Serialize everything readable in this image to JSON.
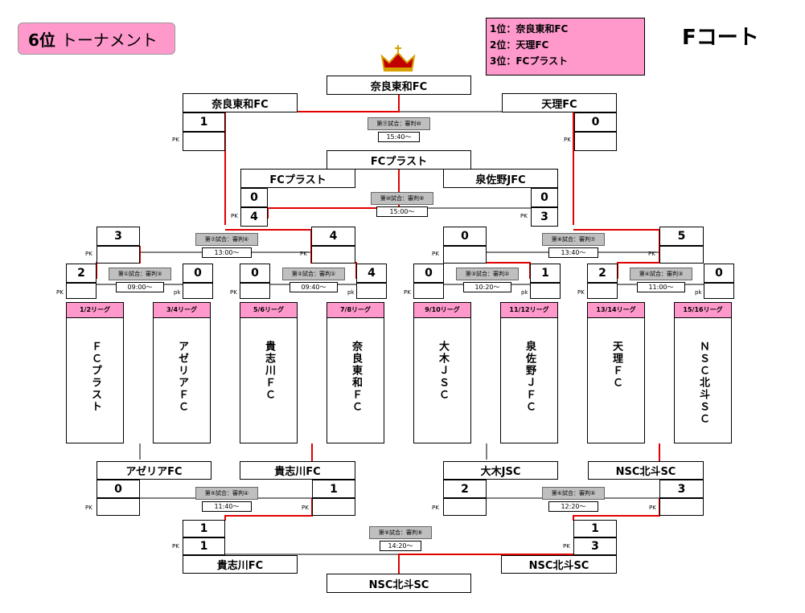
{
  "title": {
    "rank": "6位",
    "label": "トーナメント"
  },
  "court": "Fコート",
  "ranking": [
    "1位：奈良東和FC",
    "2位：天理FC",
    "3位：FCプラスト"
  ],
  "champion": "奈良東和FC",
  "third_place": "FCプラスト",
  "final": {
    "left": {
      "name": "奈良東和FC",
      "score": "1"
    },
    "right": {
      "name": "天理FC",
      "score": "0"
    },
    "match": "第⑪試合：審判⑩",
    "time": "15:40～"
  },
  "third_match": {
    "left": {
      "name": "FCプラスト",
      "score": "0",
      "pk": "4"
    },
    "right": {
      "name": "泉佐野JFC",
      "score": "0",
      "pk": "3"
    },
    "match": "第⑩試合：審判⑨",
    "time": "15:00～"
  },
  "semis": [
    {
      "left": "3",
      "right": "4",
      "match": "第⑦試合：審判⑥",
      "time": "13:00～"
    },
    {
      "left": "0",
      "right": "5",
      "match": "第⑧試合：審判⑦",
      "time": "13:40～"
    }
  ],
  "quarters": [
    {
      "left": "2",
      "right": "0",
      "match": "第①試合：審判③",
      "time": "09:00～"
    },
    {
      "left": "0",
      "right": "4",
      "match": "第②試合：審判①",
      "time": "09:40～"
    },
    {
      "left": "0",
      "right": "1",
      "match": "第③試合：審判②",
      "time": "10:20～"
    },
    {
      "left": "2",
      "right": "0",
      "match": "第④試合：審判③",
      "time": "11:00～"
    }
  ],
  "teams": [
    {
      "league": "1/2リーグ",
      "name": "ＦＣプラスト"
    },
    {
      "league": "3/4リーグ",
      "name": "アゼリアＦＣ"
    },
    {
      "league": "5/6リーグ",
      "name": "貴志川ＦＣ"
    },
    {
      "league": "7/8リーグ",
      "name": "奈良東和ＦＣ"
    },
    {
      "league": "9/10リーグ",
      "name": "大木ＪＳＣ"
    },
    {
      "league": "11/12リーグ",
      "name": "泉佐野ＪＦＣ"
    },
    {
      "league": "13/14リーグ",
      "name": "天理ＦＣ"
    },
    {
      "league": "15/16リーグ",
      "name": "ＮＳＣ北斗ＳＣ"
    }
  ],
  "lower": {
    "match5": {
      "left": {
        "name": "アゼリアFC",
        "score": "0"
      },
      "right": {
        "name": "貴志川FC",
        "score": "1"
      },
      "match": "第⑤試合：審判④",
      "time": "11:40～"
    },
    "match6": {
      "left": {
        "name": "大木JSC",
        "score": "2"
      },
      "right": {
        "name": "NSC北斗SC",
        "score": "3"
      },
      "match": "第⑥試合：審判⑤",
      "time": "12:20～"
    },
    "match9": {
      "left": {
        "name": "貴志川FC",
        "score": "1",
        "pk": "1"
      },
      "right": {
        "name": "NSC北斗SC",
        "score": "1",
        "pk": "3"
      },
      "match": "第⑨試合：審判⑧",
      "time": "14:20～"
    },
    "winner": "NSC北斗SC"
  },
  "pk_labels": {
    "upper": "PK",
    "lower": "pk"
  },
  "colors": {
    "accent": "#ff99cc",
    "winner_line": "#e00000",
    "crown": "#d8a000"
  },
  "icons": {
    "crown": "crown-icon"
  }
}
